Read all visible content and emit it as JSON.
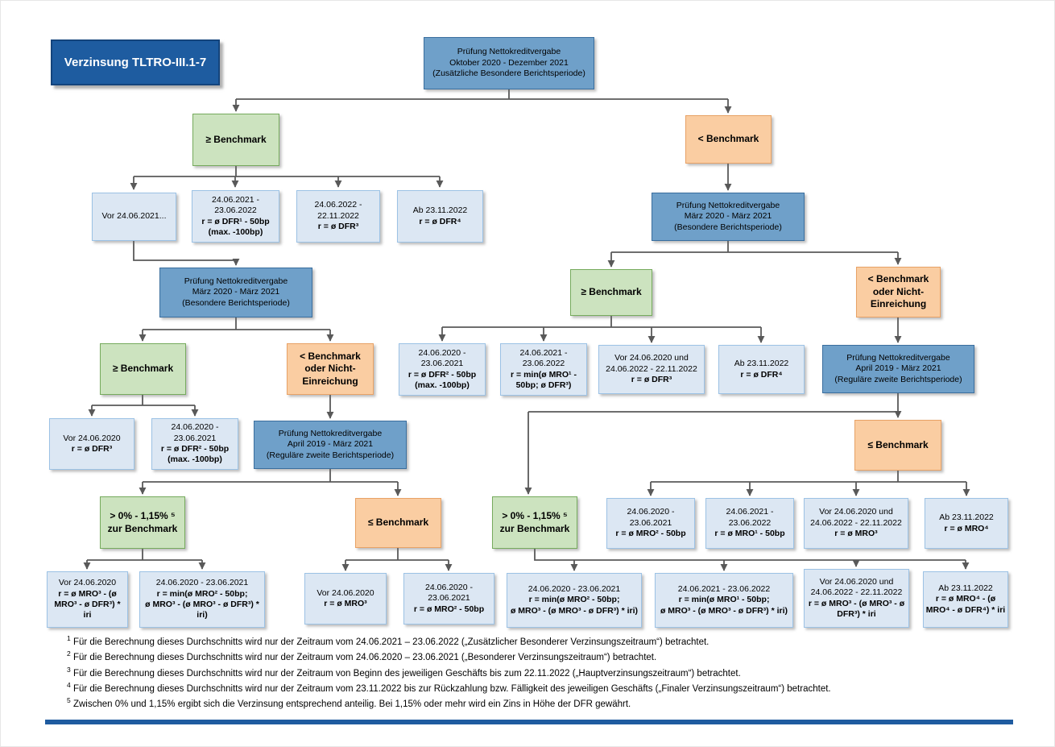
{
  "title": "Verzinsung TLTRO-III.1-7",
  "colors": {
    "process_blue": "#6FA0C9",
    "result_blue": "#DCE7F3",
    "green": "#CCE3BF",
    "orange": "#FACDA2",
    "title_blue": "#1E5CA0",
    "connector_gray": "#595959"
  },
  "nodes": {
    "p_oct": {
      "lines": [
        "Prüfung Nettokreditvergabe",
        "Oktober 2020 - Dezember 2021",
        "(Zusätzliche Besondere Berichtsperiode)"
      ]
    },
    "p_maerz": {
      "lines": [
        "Prüfung Nettokreditvergabe",
        "März 2020 - März 2021",
        "(Besondere Berichtsperiode)"
      ]
    },
    "p_april": {
      "lines": [
        "Prüfung Nettokreditvergabe",
        "April 2019 - März 2021",
        "(Reguläre zweite Berichtsperiode)"
      ]
    },
    "geq": {
      "label": "≥ Benchmark"
    },
    "lt": {
      "label": "< Benchmark"
    },
    "lt_nicht": {
      "lines": [
        "< Benchmark",
        "oder Nicht-",
        "Einreichung"
      ]
    },
    "gt0": {
      "lines": [
        "> 0% - 1,15% ⁵",
        "zur Benchmark"
      ]
    },
    "leq": {
      "label": "≤ Benchmark"
    },
    "r1": {
      "dates": [
        "Vor 24.06.2021..."
      ]
    },
    "r2": {
      "dates": [
        "24.06.2021 -",
        "23.06.2022"
      ],
      "formula": [
        "r = ø DFR¹ - 50bp",
        "(max. -100bp)"
      ]
    },
    "r3": {
      "dates": [
        "24.06.2022 -",
        "22.11.2022"
      ],
      "formula": [
        "r = ø DFR³"
      ]
    },
    "r4": {
      "dates": [
        "Ab 23.11.2022"
      ],
      "formula": [
        "r = ø DFR⁴"
      ]
    },
    "r5": {
      "dates": [
        "Vor 24.06.2020"
      ],
      "formula": [
        "r = ø DFR³"
      ]
    },
    "r6": {
      "dates": [
        "24.06.2020 -",
        "23.06.2021"
      ],
      "formula": [
        "r = ø DFR² - 50bp",
        "(max. -100bp)"
      ]
    },
    "r7": {
      "dates": [
        "Vor 24.06.2020"
      ],
      "formula": [
        "r = ø MRO³ - (ø",
        "MRO³ - ø DFR³) * iri"
      ]
    },
    "r8": {
      "dates": [
        "24.06.2020 - 23.06.2021"
      ],
      "formula": [
        "r = min(ø MRO² - 50bp;",
        "ø MRO³ - (ø MRO³ - ø DFR³) * iri)"
      ]
    },
    "r9": {
      "dates": [
        "Vor 24.06.2020"
      ],
      "formula": [
        "r = ø MRO³"
      ]
    },
    "r10": {
      "dates": [
        "24.06.2020 -",
        "23.06.2021"
      ],
      "formula": [
        "r = ø MRO² - 50bp"
      ]
    },
    "r11": {
      "dates": [
        "24.06.2020 -",
        "23.06.2021"
      ],
      "formula": [
        "r = ø DFR² - 50bp",
        "(max. -100bp)"
      ]
    },
    "r12": {
      "dates": [
        "24.06.2021 -",
        "23.06.2022"
      ],
      "formula": [
        "r = min(ø MRO¹ -",
        "50bp; ø DFR³)"
      ]
    },
    "r13": {
      "dates": [
        "Vor 24.06.2020 und",
        "24.06.2022 - 22.11.2022"
      ],
      "formula": [
        "r = ø DFR³"
      ]
    },
    "r14": {
      "dates": [
        "Ab 23.11.2022"
      ],
      "formula": [
        "r = ø DFR⁴"
      ]
    },
    "r15": {
      "dates": [
        "24.06.2020 - 23.06.2021"
      ],
      "formula": [
        "r = min(ø MRO² - 50bp;",
        "ø MRO³ - (ø MRO³ - ø DFR³) * iri)"
      ]
    },
    "r16": {
      "dates": [
        "24.06.2021 - 23.06.2022"
      ],
      "formula": [
        "r = min(ø MRO¹ - 50bp;",
        "ø MRO³ - (ø MRO³ - ø DFR³) * iri)"
      ]
    },
    "r17": {
      "dates": [
        "Vor 24.06.2020 und",
        "24.06.2022 - 22.11.2022"
      ],
      "formula": [
        "r = ø MRO³ - (ø MRO³ - ø",
        "DFR³) * iri"
      ]
    },
    "r18": {
      "dates": [
        "Ab 23.11.2022"
      ],
      "formula": [
        "r = ø MRO⁴ - (ø",
        "MRO⁴ - ø DFR⁴) * iri"
      ]
    },
    "r19": {
      "dates": [
        "24.06.2020 -",
        "23.06.2021"
      ],
      "formula": [
        "r = ø MRO² - 50bp"
      ]
    },
    "r20": {
      "dates": [
        "24.06.2021 -",
        "23.06.2022"
      ],
      "formula": [
        "r = ø MRO¹ - 50bp"
      ]
    },
    "r21": {
      "dates": [
        "Vor 24.06.2020 und",
        "24.06.2022 - 22.11.2022"
      ],
      "formula": [
        "r = ø MRO³"
      ]
    },
    "r22": {
      "dates": [
        "Ab 23.11.2022"
      ],
      "formula": [
        "r = ø MRO⁴"
      ]
    }
  },
  "footnotes": [
    {
      "sup": "1",
      "text": "Für die Berechnung dieses Durchschnitts wird nur der Zeitraum vom 24.06.2021 – 23.06.2022 („Zusätzlicher Besonderer Verzinsungszeitraum“) betrachtet."
    },
    {
      "sup": "2",
      "text": "Für die Berechnung dieses Durchschnitts wird nur der Zeitraum vom 24.06.2020 – 23.06.2021 („Besonderer Verzinsungszeitraum“) betrachtet."
    },
    {
      "sup": "3",
      "text": "Für die Berechnung dieses Durchschnitts wird nur der Zeitraum von Beginn des jeweiligen Geschäfts bis zum 22.11.2022 („Hauptverzinsungszeitraum“) betrachtet."
    },
    {
      "sup": "4",
      "text": "Für die Berechnung dieses Durchschnitts wird nur der Zeitraum vom 23.11.2022 bis zur Rückzahlung bzw. Fälligkeit des jeweiligen Geschäfts („Finaler Verzinsungszeitraum“) betrachtet."
    },
    {
      "sup": "5",
      "text": "Zwischen 0% und 1,15% ergibt sich die Verzinsung entsprechend anteilig. Bei 1,15% oder mehr wird ein Zins in Höhe der DFR gewährt."
    }
  ]
}
